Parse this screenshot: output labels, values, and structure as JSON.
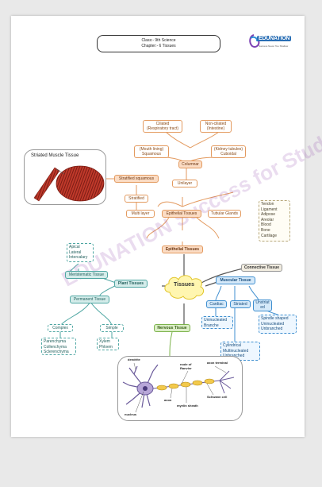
{
  "header": {
    "class_line": "Class:- 9th Science",
    "chapter_line": "Chapter:- 6 Tissues"
  },
  "logo": {
    "brand": "EDUNATION",
    "tagline": "Success Never Too Shallow"
  },
  "watermark": "EDUNATION Success for Students",
  "striated_panel_title": "Striated Muscle Tissue",
  "center": "Tissues",
  "epithelial": {
    "root": "Epithelial Tissues",
    "main": "Epithelial Tissues",
    "multi_layer": "Multi layer",
    "unilayer": "Unilayer",
    "tubular_glands": "Tubular Glands",
    "stratified": "Stratified",
    "stratified_squamous": "Stratified squamous",
    "squamous_line1": "(Mouth lining)",
    "squamous_line2": "Squamous",
    "columnar": "Columnar",
    "cuboidal_line1": "(Kidney tubules)",
    "cuboidal_line2": "Cuboidal",
    "ciliated_line1": "Ciliated",
    "ciliated_line2": "(Respiratory tract)",
    "nonciliated_line1": "Non-ciliated",
    "nonciliated_line2": "(Intestine)"
  },
  "connective": {
    "label": "Connective Tissue",
    "items": [
      "Tendon",
      "Ligament",
      "Adipose",
      "Areolar",
      "Blood",
      "Bone",
      "Cartilage"
    ]
  },
  "plant": {
    "label": "Plant Tissues",
    "meristematic": "Meristematic Tissue",
    "meristematic_items": [
      "Apical",
      "Lateral",
      "Intercalary"
    ],
    "permanent": "Permanent Tissue",
    "complex": "Complex",
    "simple": "Simple",
    "complex_items": [
      "Parenchyma",
      "Collenchyma",
      "Sclerenchyma"
    ],
    "simple_items": [
      "Xylem",
      "Phloem"
    ]
  },
  "muscular": {
    "label": "Muscular Tissue",
    "cardiac": "Cardiac",
    "striated": "Striated",
    "unstriated": "Unstriat ed",
    "cardiac_items": [
      "Uninucleated",
      "Branche"
    ],
    "striated_items": [
      "Cylindrical",
      "Multinucleated",
      "Unbranched"
    ],
    "unstriated_items": [
      "Spindle shaped",
      "Uninucleated",
      "Unbranched"
    ]
  },
  "nervous": {
    "label": "Nervous Tissue",
    "labels": {
      "dendrite": "dendrite",
      "node": "node of Ranvier",
      "axon_terminal": "axon terminal",
      "schwann": "Schwann cell",
      "axon": "axon",
      "myelin": "myelin sheath",
      "nucleus": "nucleus"
    }
  },
  "colors": {
    "orange": "#e39a5f",
    "teal": "#4fa7a3",
    "blue": "#3f8fd0",
    "green": "#7bb24a",
    "purple_watermark": "#8e44ad",
    "muscle_red": "#c0392b"
  }
}
